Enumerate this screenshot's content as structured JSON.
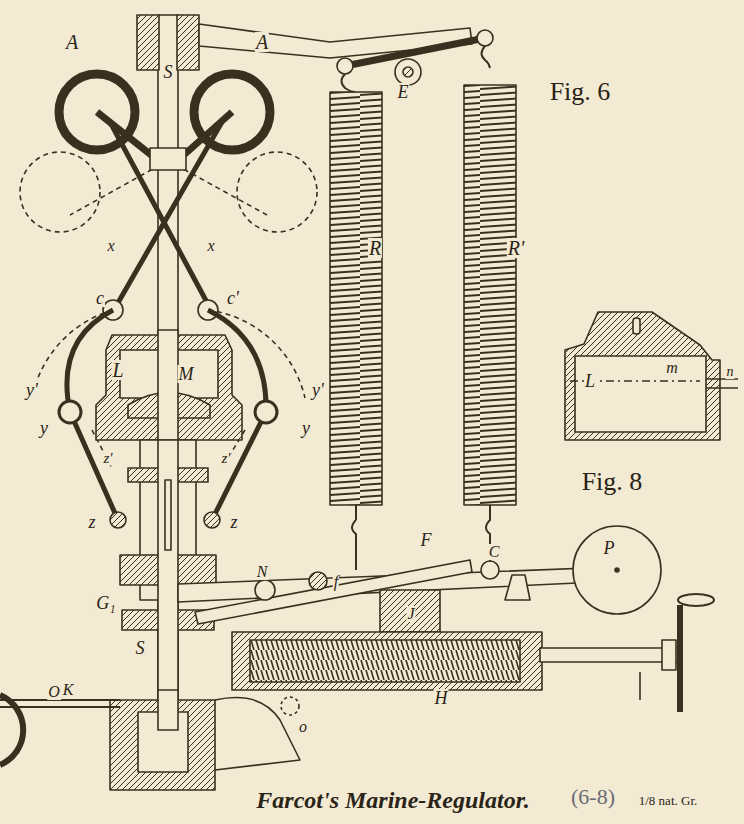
{
  "diagram": {
    "caption": "Farcot's Marine-Regulator.",
    "labels": [
      "Fig. 6",
      "A",
      "A",
      "S",
      "E",
      "R",
      "R'",
      "x",
      "x",
      "c",
      "c'",
      "L",
      "M",
      "y'",
      "y'",
      "y",
      "y",
      "z'",
      "z'",
      "z",
      "z",
      "L",
      "m",
      "n",
      "Fig. 8",
      "F",
      "C",
      "P",
      "N",
      "f",
      "G₁",
      "S",
      "J",
      "H",
      "K",
      "O",
      "o",
      "(6-8)",
      "1/8 nat. Gr."
    ]
  }
}
